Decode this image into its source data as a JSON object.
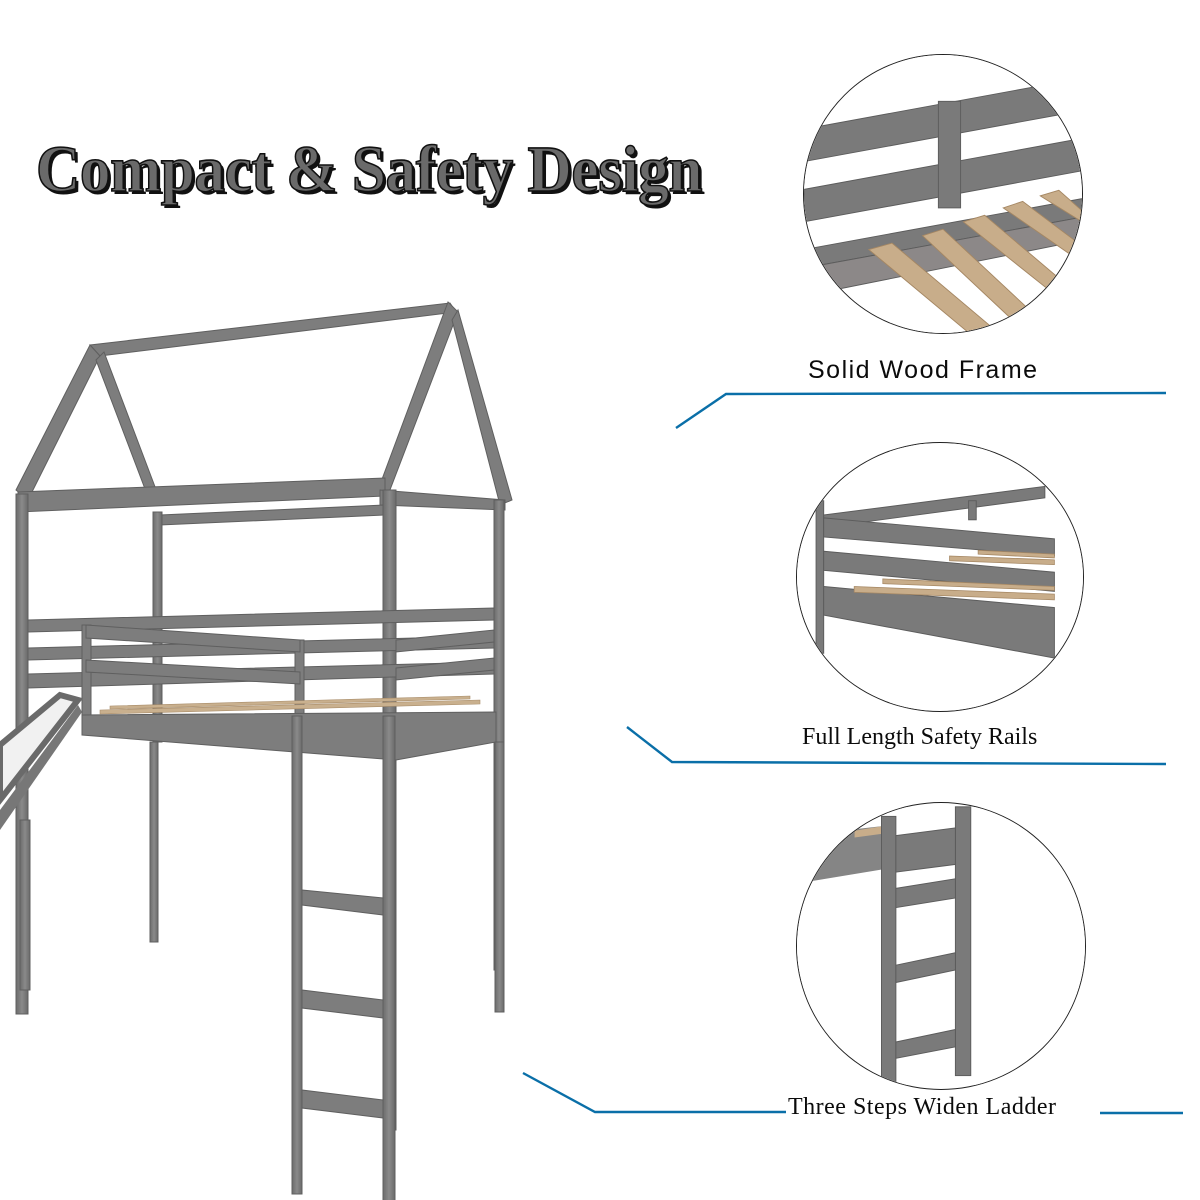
{
  "title": "Compact & Safety Design",
  "product": {
    "name": "House loft bed with slide",
    "frame_color": "#7b7b7b",
    "slat_color": "#c9b08e",
    "slide_color": "#efefef"
  },
  "callouts": [
    {
      "id": "solid-wood-frame",
      "label": "Solid Wood Frame",
      "detail_icon": "bed-rail-slats-closeup"
    },
    {
      "id": "full-length-safety-rails",
      "label": "Full Length Safety Rails",
      "detail_icon": "guard-rails-closeup"
    },
    {
      "id": "three-steps-widen-ladder",
      "label": "Three Steps Widen Ladder",
      "detail_icon": "ladder-closeup"
    }
  ],
  "colors": {
    "leader_line": "#0a6fa8",
    "text": "#0b0b0b",
    "background": "#ffffff"
  }
}
